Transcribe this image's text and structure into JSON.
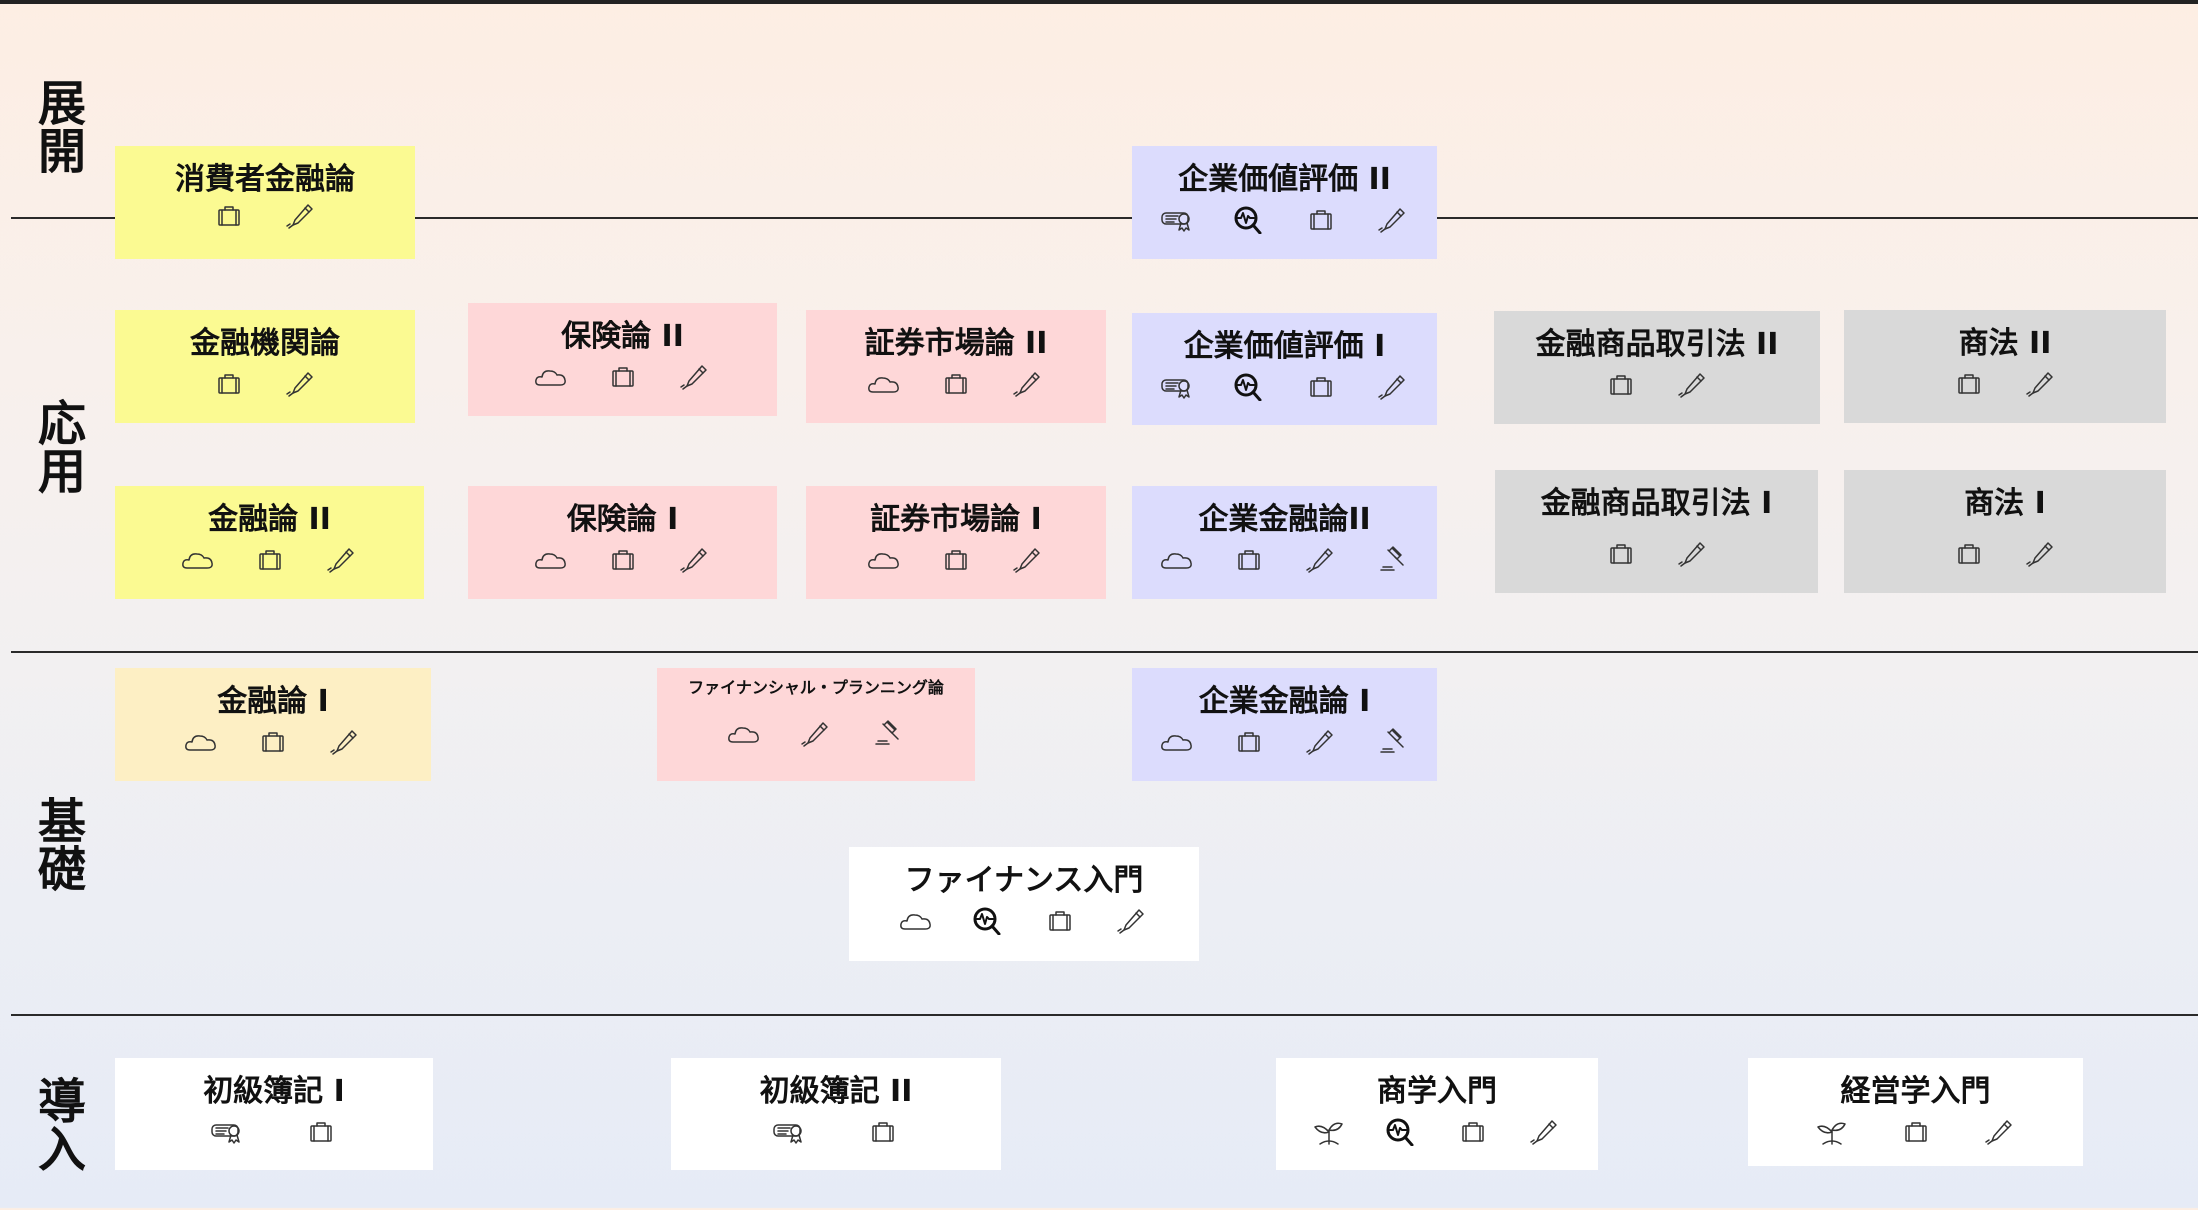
{
  "levels": {
    "tenkai": "展開",
    "oyo": "応用",
    "kiso": "基礎",
    "donyu": "導入"
  },
  "courses": {
    "c1": "消費者金融論",
    "c2": "企業価値評価 II",
    "c3": "金融機関論",
    "c4": "保険論 II",
    "c5": "証券市場論 II",
    "c6": "企業価値評価 I",
    "c7": "金融商品取引法 II",
    "c8": "商法 II",
    "c9": "金融論 II",
    "c10": "保険論 I",
    "c11": "証券市場論 I",
    "c12": "企業金融論II",
    "c13": "金融商品取引法 I",
    "c14": "商法 I",
    "c15": "金融論 I",
    "c16": "ファイナンシャル・プランニング論",
    "c17": "企業金融論 I",
    "c18": "ファイナンス入門",
    "c19": "初級簿記 I",
    "c20": "初級簿記 II",
    "c21": "商学入門",
    "c22": "経営学入門"
  },
  "colors": {
    "yellow": "#fbfa92",
    "cream": "#fdefc4",
    "pink": "#fed7d8",
    "blue": "#dcdcfd",
    "gray": "#d9d9d9",
    "white": "#ffffff"
  },
  "icon_names": [
    "cloud-icon",
    "briefcase-icon",
    "pen-icon",
    "magnifier-chart-icon",
    "certificate-icon",
    "gavel-icon",
    "sprout-icon"
  ]
}
